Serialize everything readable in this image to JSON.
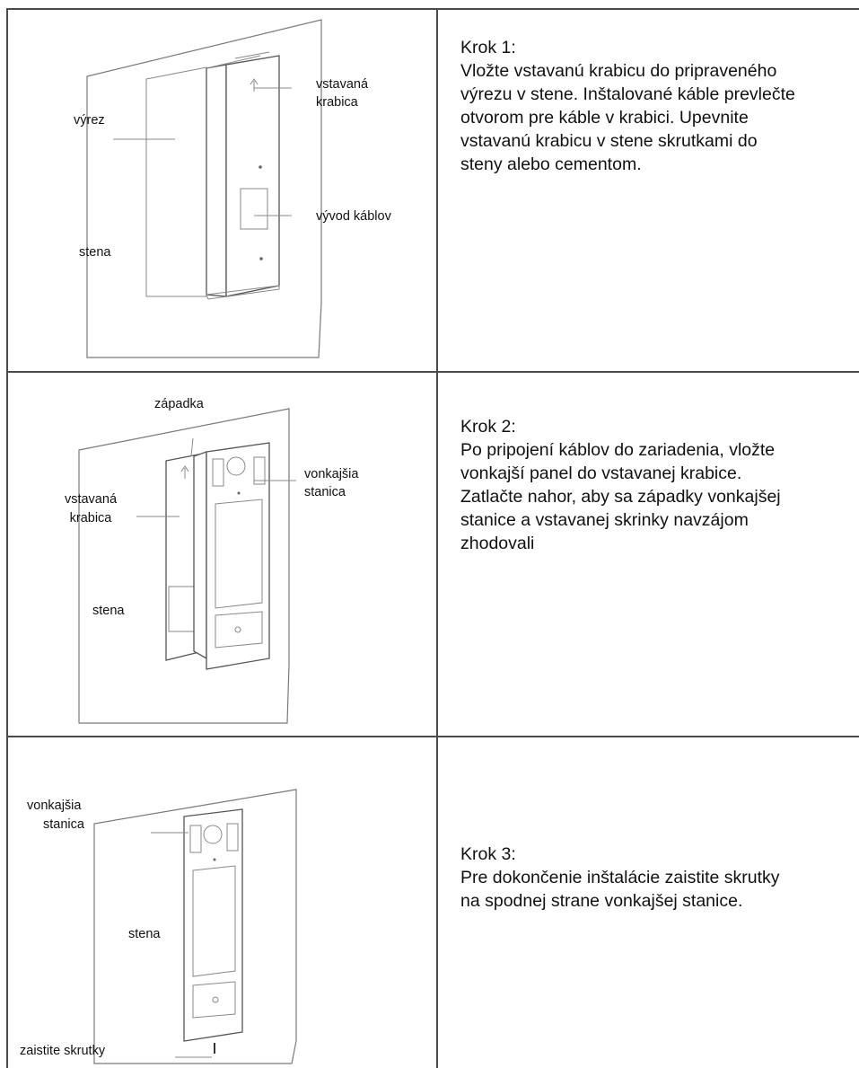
{
  "steps": [
    {
      "heading": "Krok 1:",
      "text": "Vložte vstavanú krabicu do pripraveného\nvýrezu v stene. Inštalované káble prevlečte\notvorom pre káble v krabici. Upevnite\nvstavanú krabicu v stene skrutkami do\nsteny alebo cementom.",
      "labels": {
        "cutout": "výrez",
        "embedded_box_1": "vstavaná",
        "embedded_box_2": "krabica",
        "cable_outlet": "vývod káblov",
        "wall": "stena"
      }
    },
    {
      "heading": "Krok 2:",
      "text": "Po pripojení káblov do zariadenia, vložte\nvonkajší panel do vstavanej krabice.\nZatlačte nahor, aby sa západky vonkajšej\nstanice a vstavanej skrinky navzájom\nzhodovali",
      "labels": {
        "latch": "západka",
        "embedded_box_1": "vstavaná",
        "embedded_box_2": "krabica",
        "outdoor_station_1": "vonkajšia",
        "outdoor_station_2": "stanica",
        "wall": "stena"
      }
    },
    {
      "heading": "Krok 3:",
      "text": "Pre dokončenie inštalácie zaistite skrutky\nna spodnej strane vonkajšej stanice.",
      "labels": {
        "outdoor_station_1": "vonkajšia",
        "outdoor_station_2": "stanica",
        "wall": "stena",
        "screws": "zaistite skrutky"
      }
    }
  ]
}
